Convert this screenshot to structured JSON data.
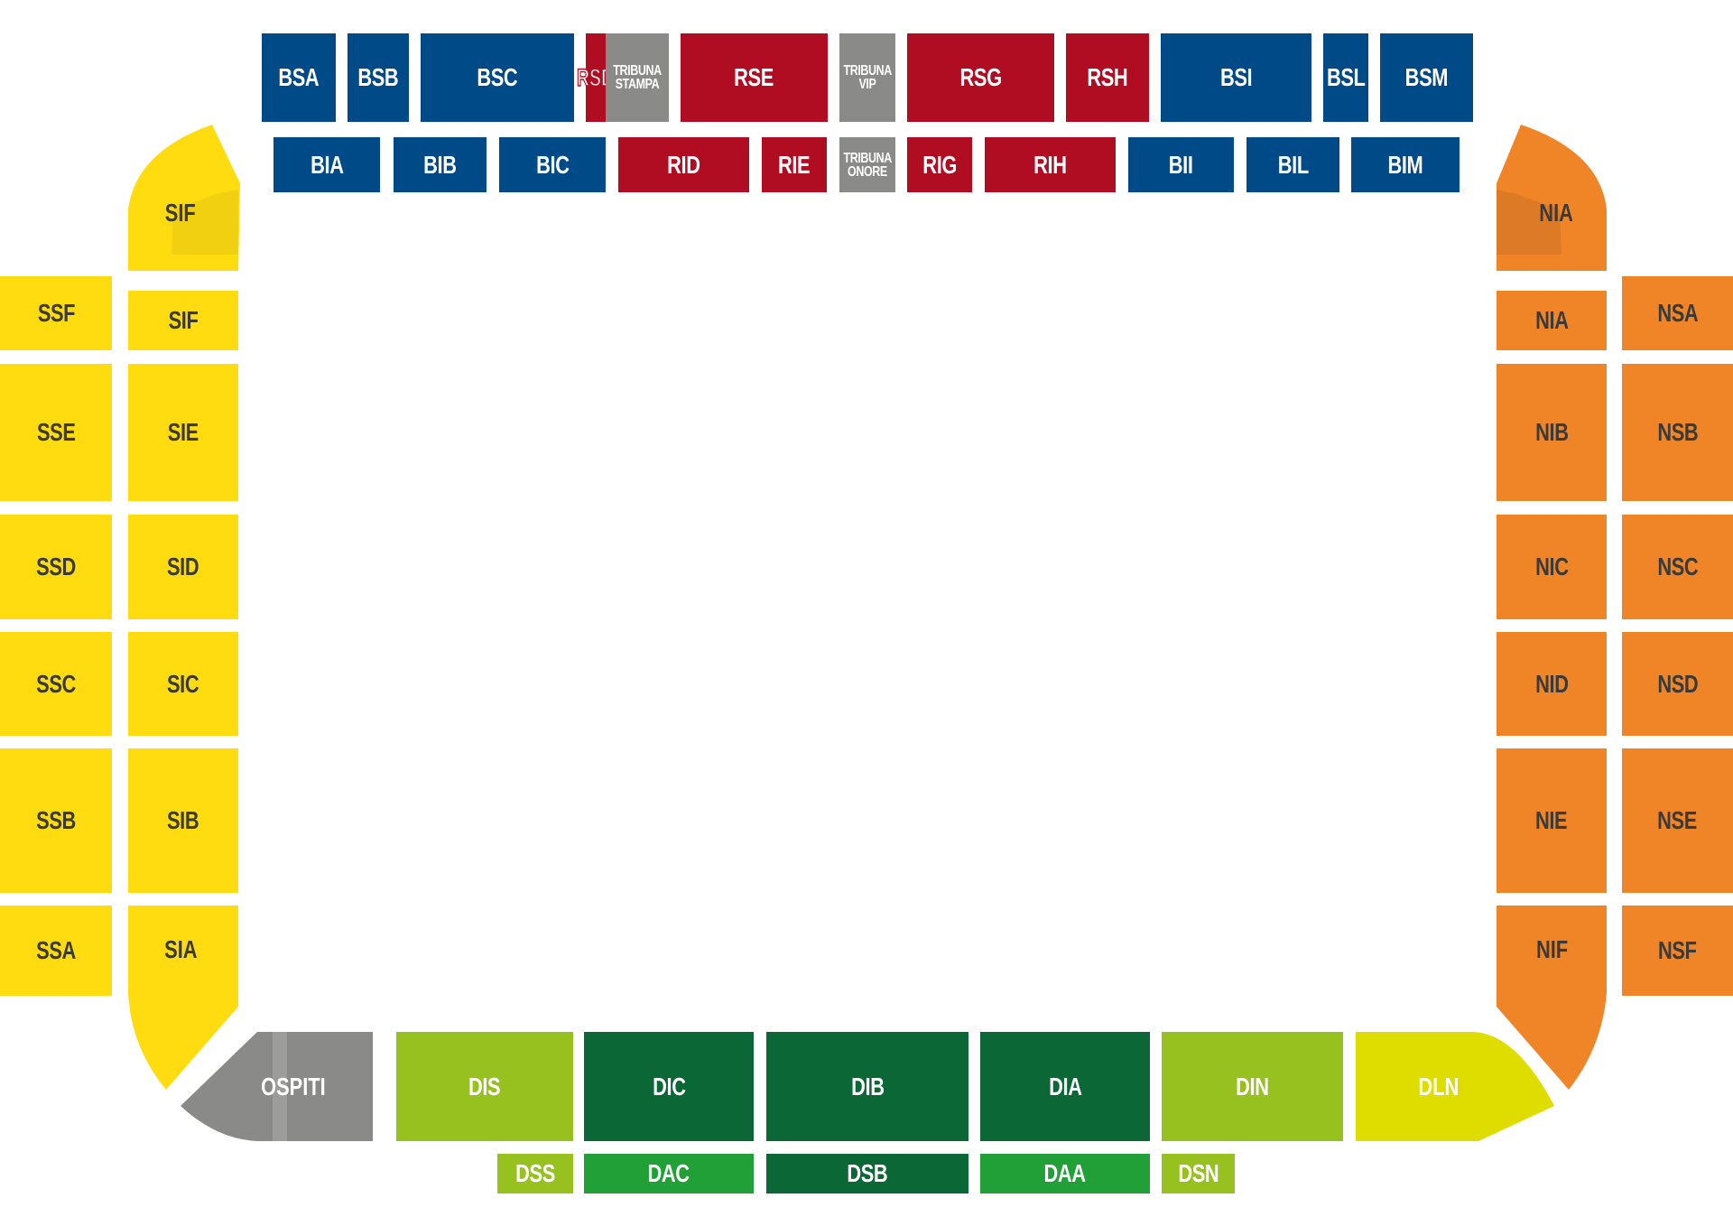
{
  "colors": {
    "blue": "#004a87",
    "red": "#b00d23",
    "grey": "#8a8a89",
    "yellow": "#ffdc0f",
    "orange": "#ef8527",
    "light_green": "#96c11f",
    "dark_green": "#0b6836",
    "mid_green": "#21a038",
    "lime": "#dfdc00"
  },
  "top_upper": {
    "bsa": "BSA",
    "bsb": "BSB",
    "bsc": "BSC",
    "rsd": "RSD",
    "tribuna_stampa": "TRIBUNA STAMPA",
    "rse": "RSE",
    "tribuna_vip": "TRIBUNA VIP",
    "rsg": "RSG",
    "rsh": "RSH",
    "bsi": "BSI",
    "bsl": "BSL",
    "bsm": "BSM"
  },
  "top_lower": {
    "bia": "BIA",
    "bib": "BIB",
    "bic": "BIC",
    "rid": "RID",
    "rie": "RIE",
    "tribuna_onore": "TRIBUNA ONORE",
    "rig": "RIG",
    "rih": "RIH",
    "bii": "BII",
    "bil": "BIL",
    "bim": "BIM"
  },
  "left_outer": {
    "ssf": "SSF",
    "sse": "SSE",
    "ssd": "SSD",
    "ssc": "SSC",
    "ssb": "SSB",
    "ssa": "SSA"
  },
  "left_inner": {
    "sif_corner": "SIF",
    "sif": "SIF",
    "sie": "SIE",
    "sid": "SID",
    "sic": "SIC",
    "sib": "SIB",
    "sia": "SIA"
  },
  "right_inner": {
    "nia_corner": "NIA",
    "nia": "NIA",
    "nib": "NIB",
    "nic": "NIC",
    "nid": "NID",
    "nie": "NIE",
    "nif": "NIF"
  },
  "right_outer": {
    "nsa": "NSA",
    "nsb": "NSB",
    "nsc": "NSC",
    "nsd": "NSD",
    "nse": "NSE",
    "nsf": "NSF"
  },
  "bottom_upper": {
    "ospiti": "OSPITI",
    "dis": "DIS",
    "dic": "DIC",
    "dib": "DIB",
    "dia": "DIA",
    "din": "DIN",
    "dln": "DLN"
  },
  "bottom_lower": {
    "dss": "DSS",
    "dac": "DAC",
    "dsb": "DSB",
    "daa": "DAA",
    "dsn": "DSN"
  }
}
